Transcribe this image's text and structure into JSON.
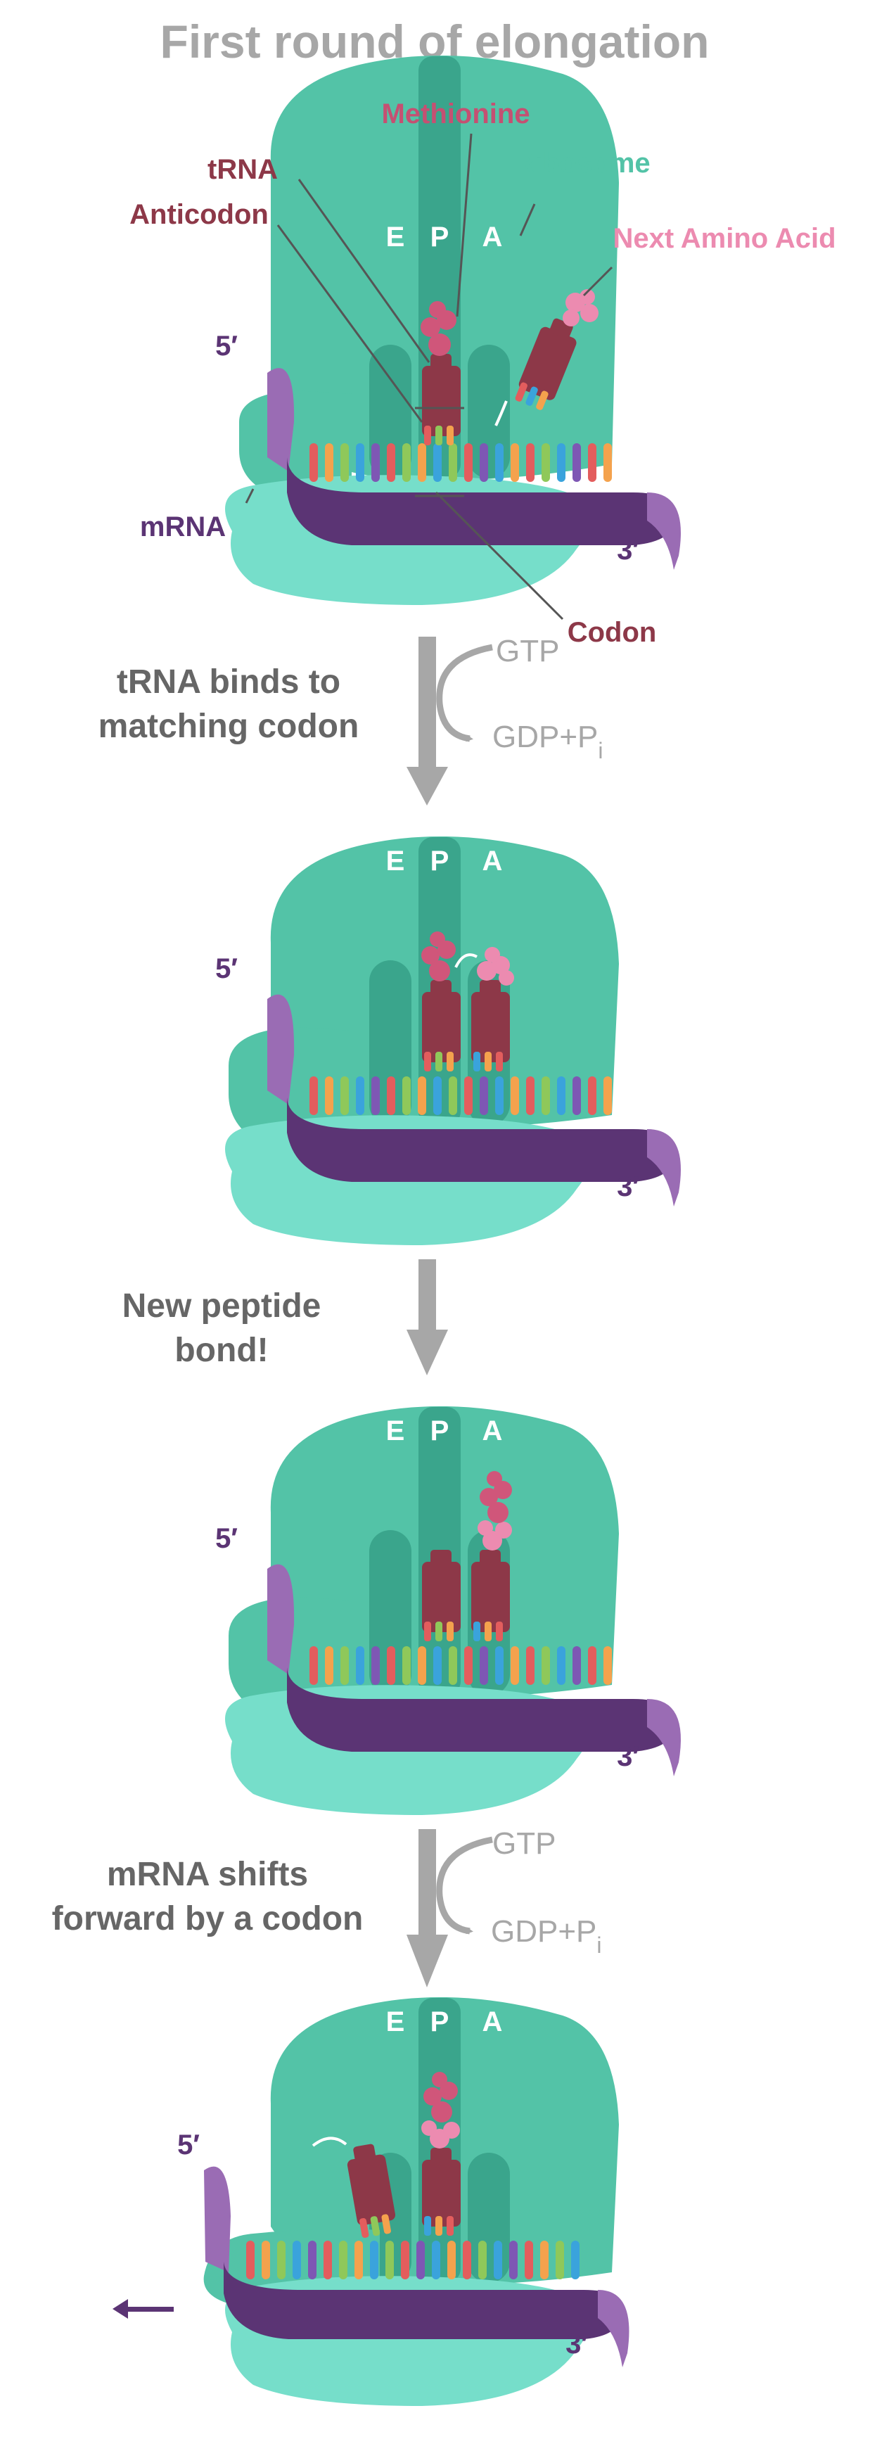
{
  "title": "First round of elongation",
  "colors": {
    "ribosome_large": "#53c3a7",
    "ribosome_small": "#76deca",
    "ribosome_channel": "#3aa58c",
    "trna": "#8d3848",
    "amino_acid": "#d0567a",
    "next_amino_acid": "#ec8bb0",
    "mrna_backbone": "#5b3474",
    "mrna_tail": "#9a6cb4",
    "arrow_gray": "#a7a7a7",
    "bases": [
      "#e35d5d",
      "#f4a24d",
      "#8fc85a",
      "#3aa3dc",
      "#7e57b4"
    ]
  },
  "sites": {
    "e": "E",
    "p": "P",
    "a": "A"
  },
  "labels": {
    "methionine": "Methionine",
    "ribosome": "Ribosome",
    "trna": "tRNA",
    "anticodon": "Anticodon",
    "next_amino_acid": "Next Amino Acid",
    "mrna": "mRNA",
    "codon": "Codon",
    "five_prime": "5′",
    "three_prime": "3′"
  },
  "steps": [
    {
      "line1": "tRNA binds to",
      "line2": "matching codon",
      "gtp": "GTP",
      "gdp": "GDP+P",
      "sub": "i"
    },
    {
      "line1": "New peptide",
      "line2": "bond!"
    },
    {
      "line1": "mRNA shifts",
      "line2": "forward by a codon",
      "gtp": "GTP",
      "gdp": "GDP+P",
      "sub": "i"
    }
  ]
}
